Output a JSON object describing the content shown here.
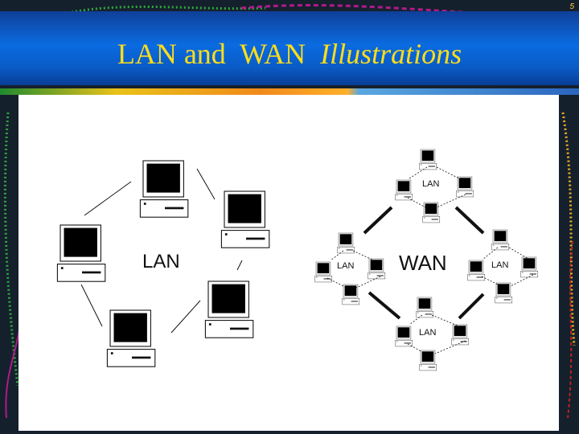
{
  "slide": {
    "number": "5",
    "title_plain": "LAN and  WAN  ",
    "title_italic": "Illustrations"
  },
  "diagram": {
    "lan": {
      "label": "LAN",
      "computer_count": 5
    },
    "wan": {
      "label": "WAN",
      "sub_lans": [
        {
          "position": "top",
          "label": "LAN",
          "computer_count": 4
        },
        {
          "position": "left",
          "label": "LAN",
          "computer_count": 4
        },
        {
          "position": "right",
          "label": "LAN",
          "computer_count": 4
        },
        {
          "position": "bottom",
          "label": "LAN",
          "computer_count": 4
        }
      ]
    }
  },
  "colors": {
    "title_band": "#0a6be0",
    "title_text": "#ffdd1a",
    "slide_background": "#15202d",
    "canvas": "#ffffff"
  }
}
